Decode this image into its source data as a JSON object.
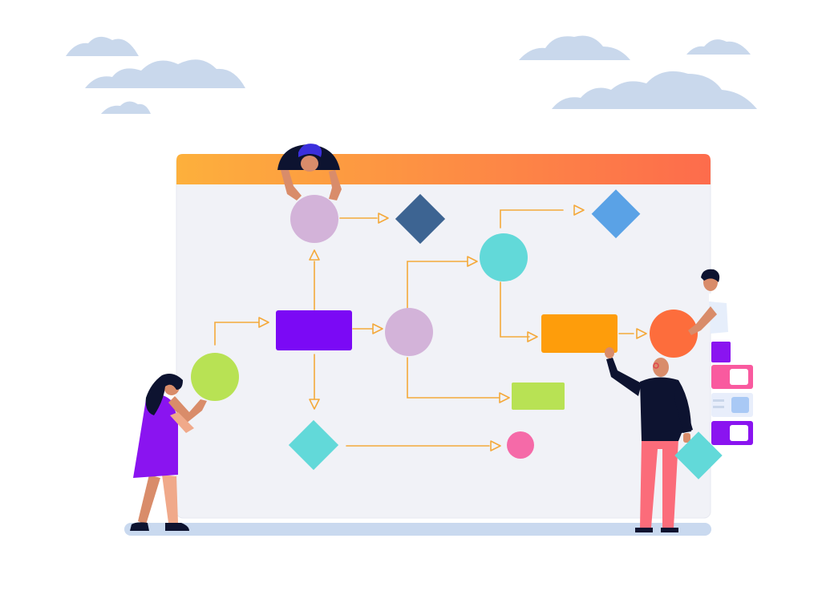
{
  "colors": {
    "background": "#ffffff",
    "cloud": "#c9d8ec",
    "board": "#f1f2f7",
    "board_border": "#e6e8f0",
    "header_start": "#fdb03c",
    "header_end": "#fd6c4c",
    "floor": "#c9d9ef",
    "connector": "#f4a93a",
    "purple_rect": "#7b09f5",
    "lilac_circle": "#d3b3d9",
    "navy_diamond": "#3d6492",
    "teal": "#62d9d9",
    "blue_diamond": "#5aa2e6",
    "orange_rect": "#fe9d0b",
    "orange_circle": "#fd6d3c",
    "lime": "#b8e254",
    "pink_circle": "#f56aa8",
    "skin": "#d98c6a",
    "hair": "#0d1330",
    "woman_dress": "#8a14f0",
    "man_top": "#0d1330",
    "man_pants": "#fb6c7a",
    "pink_card": "#f95a9f",
    "violet_card": "#8a14f0",
    "light_card": "#e8eefb"
  },
  "icons": [
    "cloud-icon",
    "person-icon",
    "circle-shape",
    "diamond-shape",
    "rectangle-shape",
    "arrow-icon"
  ]
}
